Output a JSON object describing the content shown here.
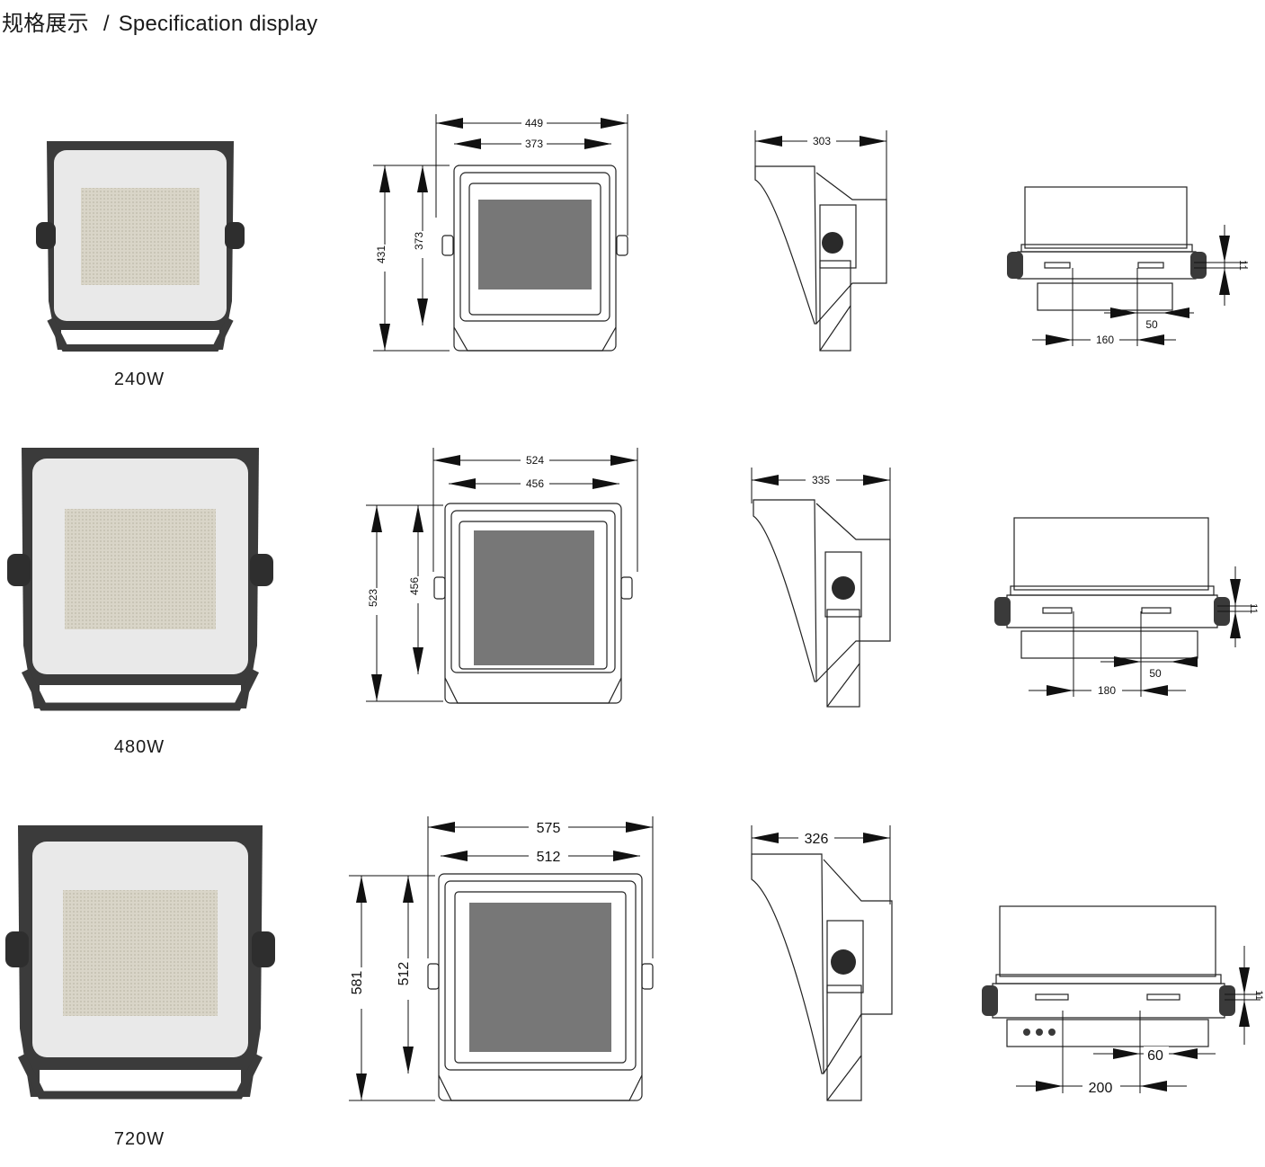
{
  "header": {
    "title_cn": "规格展示",
    "separator": "/",
    "title_en": "Specification display"
  },
  "models": [
    {
      "power": "240W",
      "front": {
        "outer_width": "449",
        "inner_width": "373",
        "outer_height": "431",
        "inner_height": "373"
      },
      "side": {
        "depth": "303"
      },
      "bottom": {
        "offset_a": "11",
        "offset_b": "50",
        "spacing": "160"
      }
    },
    {
      "power": "480W",
      "front": {
        "outer_width": "524",
        "inner_width": "456",
        "outer_height": "523",
        "inner_height": "456"
      },
      "side": {
        "depth": "335"
      },
      "bottom": {
        "offset_a": "11",
        "offset_b": "50",
        "spacing": "180"
      }
    },
    {
      "power": "720W",
      "front": {
        "outer_width": "575",
        "inner_width": "512",
        "outer_height": "581",
        "inner_height": "512"
      },
      "side": {
        "depth": "326"
      },
      "bottom": {
        "offset_a": "11",
        "offset_b": "60",
        "spacing": "200"
      }
    }
  ],
  "colors": {
    "housing": "#3a3a3a",
    "lens": "#eeeeee",
    "led": "#d8d4c6",
    "line": "#222222"
  }
}
